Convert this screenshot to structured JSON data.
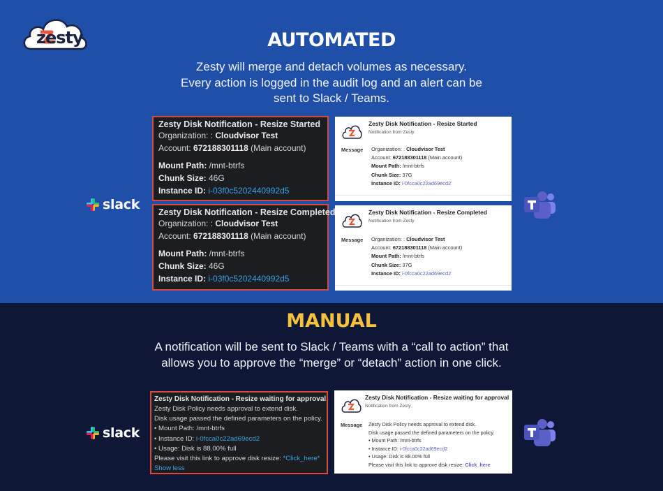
{
  "brand": {
    "name": "zesty"
  },
  "automated": {
    "heading": "AUTOMATED",
    "desc_lines": [
      "Zesty will merge and detach volumes as necessary.",
      "Every action is logged in the audit log and an alert can be",
      "sent to Slack / Teams."
    ]
  },
  "manual": {
    "heading": "MANUAL",
    "desc_lines": [
      "A notification will be sent to Slack / Teams with a “call to action” that",
      "allows you to approve the “merge” or “detach” action in one click."
    ]
  },
  "slack_label": "slack",
  "slack_cards": {
    "started": {
      "title": "Zesty Disk Notification - Resize Started",
      "org_label": "Organization: : ",
      "org_value": "Cloudvisor Test",
      "account_label": "Account: ",
      "account_value": "672188301118",
      "account_suffix": " (Main account)",
      "mount_label": "Mount Path:",
      "mount_value": " /mnt-btrfs",
      "chunk_label": "Chunk Size:",
      "chunk_value": " 46G",
      "instance_label": "Instance ID:",
      "instance_value": "i-03f0c5202440992d5"
    },
    "completed": {
      "title": "Zesty Disk Notification - Resize Completed",
      "org_label": "Organization: : ",
      "org_value": "Cloudvisor Test",
      "account_label": "Account: ",
      "account_value": "672188301118",
      "account_suffix": " (Main account)",
      "mount_label": "Mount Path:",
      "mount_value": " /mnt-btrfs",
      "chunk_label": "Chunk Size:",
      "chunk_value": " 46G",
      "instance_label": "Instance ID:",
      "instance_value": "i-03f0c5202440992d5"
    },
    "approval": {
      "title": "Zesty Disk Notification - Resize waiting for approval",
      "line1": "Zesty Disk Policy needs approval to extend disk.",
      "line2": "Disk usage passed the defined parameters on the policy.",
      "line3": "• Mount Path: /mnt-btrfs",
      "line4_prefix": "• Instance ID: ",
      "line4_link": "i-0fcca0c22ad69ecd2",
      "line5": "• Usage: Disk is 88.00% full",
      "line6_prefix": "Please visit this link to approve disk resize: ",
      "line6_link": "*Click_here*",
      "show_less": "Show less"
    }
  },
  "teams_cards": {
    "started": {
      "title": "Zesty Disk Notification - Resize Started",
      "subtitle": "Notification from Zesty",
      "message_label": "Message",
      "org_label": "Organization: : ",
      "org_value": "Cloudvisor Test",
      "account_label": "Account: ",
      "account_value": "672188301118",
      "account_suffix": " (Main account)",
      "mount_label": "Mount Path:",
      "mount_value": " /mnt-btrfs",
      "chunk_label": "Chunk Size:",
      "chunk_value": " 37G",
      "instance_label": "Instance ID:",
      "instance_value": "i-0fcca0c22ad69ecd2"
    },
    "completed": {
      "title": "Zesty Disk Notification - Resize Completed",
      "subtitle": "Notification from Zesty",
      "message_label": "Message",
      "org_label": "Organization: : ",
      "org_value": "Cloudvisor Test",
      "account_label": "Account: ",
      "account_value": "672188301118",
      "account_suffix": " (Main account)",
      "mount_label": "Mount Path:",
      "mount_value": " /mnt-btrfs",
      "chunk_label": "Chunk Size:",
      "chunk_value": " 37G",
      "instance_label": "Instance ID:",
      "instance_value": "i-0fcca0c22ad69ecd2"
    },
    "approval": {
      "title": "Zesty Disk Notification - Resize waiting for approval",
      "subtitle": "Notification from Zesty",
      "message_label": "Message",
      "line1": "Zesty Disk Policy needs approval to extend disk.",
      "line2": "Disk usage passed the defined parameters on the policy.",
      "line3": "• Mount Path: /mnt-btrfs",
      "line4_prefix": "• Instance ID: ",
      "line4_link": "i-0fcca0c22ad69ecd2",
      "line5": "• Usage: Disk is 88.00% full",
      "line6_prefix": "Please visit this link to approve disk resize: ",
      "line6_link": "Click_here"
    }
  },
  "colors": {
    "top_bg": "#1f4fa8",
    "bottom_bg": "#0e1836",
    "manual_heading": "#f6c23c",
    "card_border": "#d64b3d",
    "slack_link": "#3aa3e3",
    "teams_link": "#5b5fc7",
    "teams_brand": "#5b5fc7"
  }
}
